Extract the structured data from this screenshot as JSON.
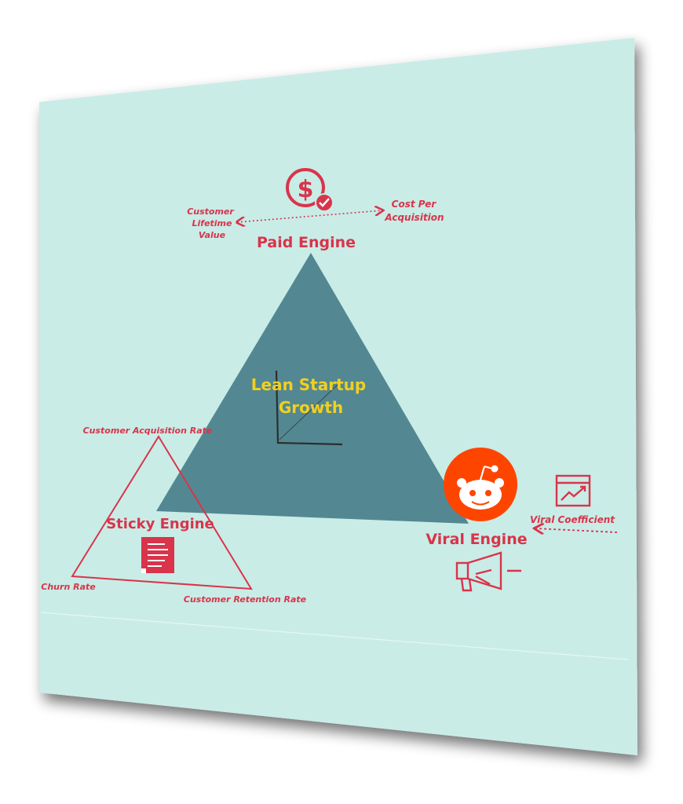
{
  "center": {
    "line1": "Lean Startup",
    "line2": "Growth"
  },
  "paid_engine": {
    "title": "Paid Engine",
    "left_metric": [
      "Customer",
      "Lifetime",
      "Value"
    ],
    "right_metric": [
      "Cost Per",
      "Acquisition"
    ],
    "icon": "dollar-check-icon"
  },
  "sticky_engine": {
    "title": "Sticky Engine",
    "top_metric": "Customer Acquisition Rate",
    "left_metric": "Churn Rate",
    "right_metric": "Customer Retention Rate",
    "icon": "document-list-icon"
  },
  "viral_engine": {
    "title": "Viral Engine",
    "metric": "Viral Coefficient",
    "icons": [
      "reddit-icon",
      "growth-chart-icon",
      "megaphone-icon"
    ]
  },
  "colors": {
    "background": "#c9ece7",
    "pyramid": "#538892",
    "accent_red": "#d9344a",
    "title_yellow": "#f2cf1f",
    "reddit_orange": "#fe4500"
  }
}
